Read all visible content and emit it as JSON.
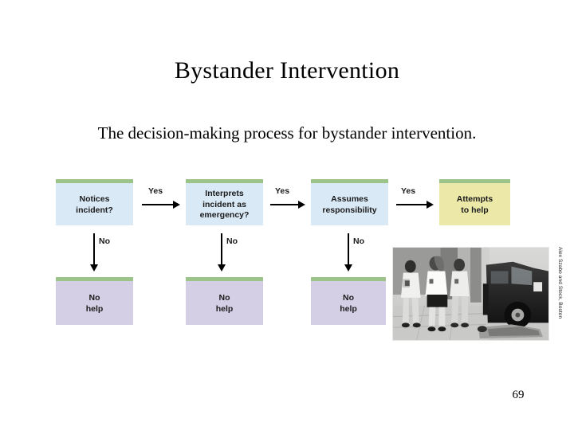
{
  "slide": {
    "title": "Bystander Intervention",
    "subtitle": "The decision-making process for bystander intervention.",
    "page_number": "69"
  },
  "figure": {
    "caption_credit": "Alex Szabo and Stock, Boston",
    "colors": {
      "decision_fill": "#d9e9f6",
      "outcome_fill": "#ece8a8",
      "nohelp_fill": "#d5cfe5",
      "node_top_bar": "#9cc48a",
      "arrow": "#000000"
    },
    "nodes": [
      {
        "id": "notices",
        "label": "Notices\nincident?",
        "type": "decision"
      },
      {
        "id": "interprets",
        "label": "Interprets\nincident as\nemergency?",
        "type": "decision"
      },
      {
        "id": "assumes",
        "label": "Assumes\nresponsibility",
        "type": "decision"
      },
      {
        "id": "attempts",
        "label": "Attempts\nto help",
        "type": "outcome"
      },
      {
        "id": "nohelp-1",
        "label": "No\nhelp",
        "type": "nohelp"
      },
      {
        "id": "nohelp-2",
        "label": "No\nhelp",
        "type": "nohelp"
      },
      {
        "id": "nohelp-3",
        "label": "No\nhelp",
        "type": "nohelp"
      }
    ],
    "edges": [
      {
        "from": "notices",
        "to": "interprets",
        "label": "Yes",
        "direction": "right"
      },
      {
        "from": "interprets",
        "to": "assumes",
        "label": "Yes",
        "direction": "right"
      },
      {
        "from": "assumes",
        "to": "attempts",
        "label": "Yes",
        "direction": "right"
      },
      {
        "from": "notices",
        "to": "nohelp-1",
        "label": "No",
        "direction": "down"
      },
      {
        "from": "interprets",
        "to": "nohelp-2",
        "label": "No",
        "direction": "down"
      },
      {
        "from": "assumes",
        "to": "nohelp-3",
        "label": "No",
        "direction": "down"
      }
    ],
    "photo": {
      "alt": "Black and white photo of pedestrians walking past a person lying on the sidewalk beside a parked van"
    }
  }
}
